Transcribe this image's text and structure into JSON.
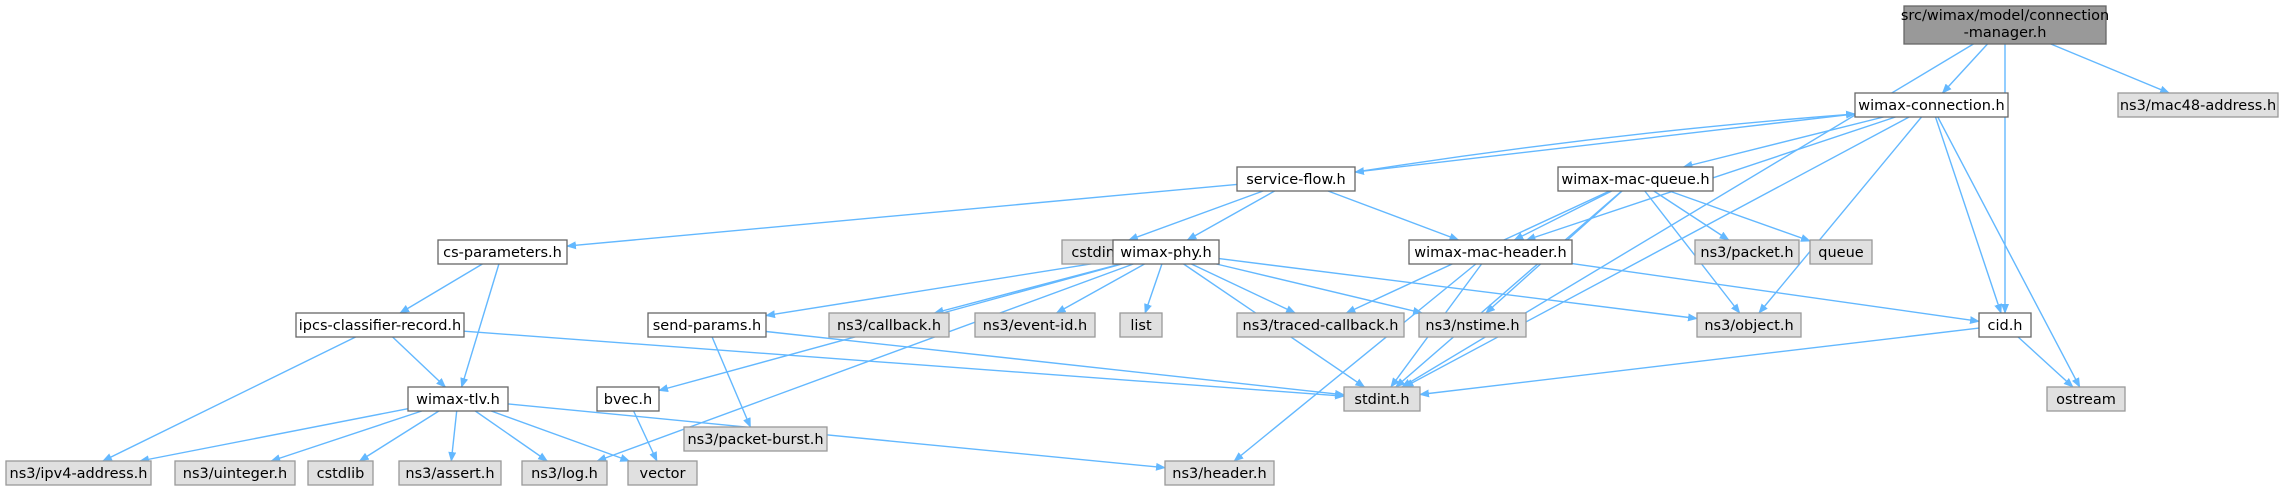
{
  "colors": {
    "edge": "#63b8ff",
    "root_fill": "#999999",
    "node_fill": "#ffffff",
    "external_fill": "#e0e0e0",
    "node_border": "#666666",
    "external_border": "#999999"
  },
  "nodes": {
    "root": {
      "label_line1": "src/wimax/model/connection",
      "label_line2": "-manager.h",
      "kind": "root"
    },
    "wimax_connection": {
      "label": "wimax-connection.h",
      "kind": "local"
    },
    "mac48": {
      "label": "ns3/mac48-address.h",
      "kind": "external"
    },
    "service_flow": {
      "label": "service-flow.h",
      "kind": "local"
    },
    "wimax_mac_queue": {
      "label": "wimax-mac-queue.h",
      "kind": "local"
    },
    "cs_parameters": {
      "label": "cs-parameters.h",
      "kind": "local"
    },
    "cstdint": {
      "label": "cstdint",
      "kind": "external"
    },
    "wimax_phy": {
      "label": "wimax-phy.h",
      "kind": "local"
    },
    "wimax_mac_header": {
      "label": "wimax-mac-header.h",
      "kind": "local"
    },
    "ns3_packet": {
      "label": "ns3/packet.h",
      "kind": "external"
    },
    "queue": {
      "label": "queue",
      "kind": "external"
    },
    "ipcs": {
      "label": "ipcs-classifier-record.h",
      "kind": "local"
    },
    "send_params": {
      "label": "send-params.h",
      "kind": "local"
    },
    "ns3_callback": {
      "label": "ns3/callback.h",
      "kind": "external"
    },
    "ns3_event_id": {
      "label": "ns3/event-id.h",
      "kind": "external"
    },
    "list": {
      "label": "list",
      "kind": "external"
    },
    "ns3_traced_callback": {
      "label": "ns3/traced-callback.h",
      "kind": "external"
    },
    "ns3_nstime": {
      "label": "ns3/nstime.h",
      "kind": "external"
    },
    "ns3_object": {
      "label": "ns3/object.h",
      "kind": "external"
    },
    "cid": {
      "label": "cid.h",
      "kind": "local"
    },
    "wimax_tlv": {
      "label": "wimax-tlv.h",
      "kind": "local"
    },
    "bvec": {
      "label": "bvec.h",
      "kind": "local"
    },
    "ns3_packet_burst": {
      "label": "ns3/packet-burst.h",
      "kind": "external"
    },
    "stdint": {
      "label": "stdint.h",
      "kind": "external"
    },
    "ostream": {
      "label": "ostream",
      "kind": "external"
    },
    "ns3_ipv4": {
      "label": "ns3/ipv4-address.h",
      "kind": "external"
    },
    "ns3_uinteger": {
      "label": "ns3/uinteger.h",
      "kind": "external"
    },
    "cstdlib": {
      "label": "cstdlib",
      "kind": "external"
    },
    "ns3_assert": {
      "label": "ns3/assert.h",
      "kind": "external"
    },
    "ns3_log": {
      "label": "ns3/log.h",
      "kind": "external"
    },
    "vector": {
      "label": "vector",
      "kind": "external"
    },
    "ns3_header": {
      "label": "ns3/header.h",
      "kind": "external"
    }
  },
  "edges": [
    [
      "root",
      "wimax_connection"
    ],
    [
      "root",
      "mac48"
    ],
    [
      "root",
      "cid"
    ],
    [
      "root",
      "stdint"
    ],
    [
      "wimax_connection",
      "service_flow"
    ],
    [
      "wimax_connection",
      "wimax_mac_queue"
    ],
    [
      "wimax_connection",
      "wimax_mac_header"
    ],
    [
      "wimax_connection",
      "ns3_object"
    ],
    [
      "wimax_connection",
      "stdint"
    ],
    [
      "wimax_connection",
      "cid"
    ],
    [
      "wimax_connection",
      "ostream"
    ],
    [
      "service_flow",
      "wimax_connection"
    ],
    [
      "service_flow",
      "cs_parameters"
    ],
    [
      "service_flow",
      "cstdint"
    ],
    [
      "service_flow",
      "wimax_phy"
    ],
    [
      "service_flow",
      "wimax_mac_header"
    ],
    [
      "wimax_mac_queue",
      "wimax_mac_header"
    ],
    [
      "wimax_mac_queue",
      "ns3_packet"
    ],
    [
      "wimax_mac_queue",
      "queue"
    ],
    [
      "wimax_mac_queue",
      "ns3_object"
    ],
    [
      "wimax_mac_queue",
      "ns3_traced_callback"
    ],
    [
      "wimax_mac_queue",
      "ns3_nstime"
    ],
    [
      "wimax_mac_queue",
      "stdint"
    ],
    [
      "cs_parameters",
      "ipcs"
    ],
    [
      "cs_parameters",
      "wimax_tlv"
    ],
    [
      "wimax_phy",
      "send_params"
    ],
    [
      "wimax_phy",
      "ns3_callback"
    ],
    [
      "wimax_phy",
      "ns3_event_id"
    ],
    [
      "wimax_phy",
      "list"
    ],
    [
      "wimax_phy",
      "ns3_traced_callback"
    ],
    [
      "wimax_phy",
      "ns3_nstime"
    ],
    [
      "wimax_phy",
      "ns3_object"
    ],
    [
      "wimax_phy",
      "stdint"
    ],
    [
      "wimax_phy",
      "bvec"
    ],
    [
      "wimax_phy",
      "ns3_log"
    ],
    [
      "wimax_mac_header",
      "cid"
    ],
    [
      "wimax_mac_header",
      "stdint"
    ],
    [
      "wimax_mac_header",
      "ns3_header"
    ],
    [
      "ipcs",
      "wimax_tlv"
    ],
    [
      "ipcs",
      "ns3_ipv4"
    ],
    [
      "ipcs",
      "stdint"
    ],
    [
      "send_params",
      "ns3_packet_burst"
    ],
    [
      "send_params",
      "stdint"
    ],
    [
      "cid",
      "stdint"
    ],
    [
      "cid",
      "ostream"
    ],
    [
      "wimax_tlv",
      "ns3_ipv4"
    ],
    [
      "wimax_tlv",
      "ns3_uinteger"
    ],
    [
      "wimax_tlv",
      "cstdlib"
    ],
    [
      "wimax_tlv",
      "ns3_assert"
    ],
    [
      "wimax_tlv",
      "ns3_log"
    ],
    [
      "wimax_tlv",
      "vector"
    ],
    [
      "wimax_tlv",
      "ns3_header"
    ],
    [
      "bvec",
      "vector"
    ]
  ]
}
